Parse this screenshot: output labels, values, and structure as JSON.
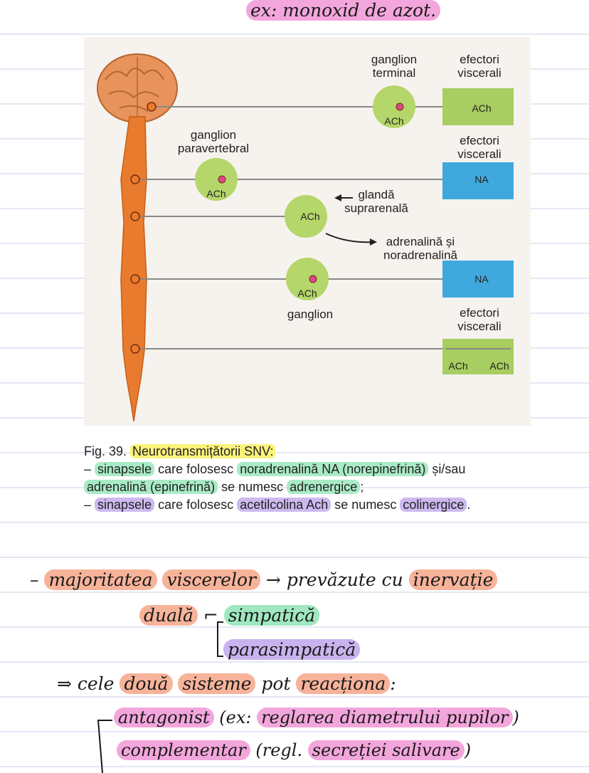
{
  "top_note": "ex: monoxid de azot.",
  "figure": {
    "ganglion_terminal": "ganglion\nterminal",
    "efectori_1": "efectori\nviscerali",
    "ganglion_paravertebral": "ganglion\nparavertebral",
    "efectori_2": "efectori\nviscerali",
    "glanda": "glandă\nsuprarenală",
    "adrenalina": "adrenalină și\nnoradrenalină",
    "ganglion": "ganglion",
    "efectori_3": "efectori\nviscerali",
    "ach": "ACh",
    "na": "NA"
  },
  "caption": {
    "fig": "Fig. 39.",
    "title": "Neurotransmițătorii SNV:",
    "l1a": "–",
    "l1b": "sinapsele",
    "l1c": "care folosesc",
    "l1d": "noradrenalină NA (norepinefrină)",
    "l1e": "și/sau",
    "l2a": "adrenalină (epinefrină)",
    "l2b": "se numesc",
    "l2c": "adrenergice",
    "l2d": ";",
    "l3a": "–",
    "l3b": "sinapsele",
    "l3c": "care folosesc",
    "l3d": "acetilcolina Ach",
    "l3e": "se numesc",
    "l3f": "colinergice",
    "l3g": "."
  },
  "notes": {
    "n1a": "–",
    "n1b": "majoritatea",
    "n1c": "viscerelor",
    "n1d": "→ prevăzute cu",
    "n1e": "inervație",
    "n2a": "duală",
    "n2b": "simpatică",
    "n3": "parasimpatică",
    "n4a": "⇒ cele",
    "n4b": "două",
    "n4c": "sisteme",
    "n4d": "pot",
    "n4e": "reacționa",
    "n4f": ":",
    "n5a": "antagonist",
    "n5b": "(ex:",
    "n5c": "reglarea diametrului pupilor",
    "n5d": ")",
    "n6a": "complementar",
    "n6b": "(regl.",
    "n6c": "secreției salivare",
    "n6d": ")"
  }
}
